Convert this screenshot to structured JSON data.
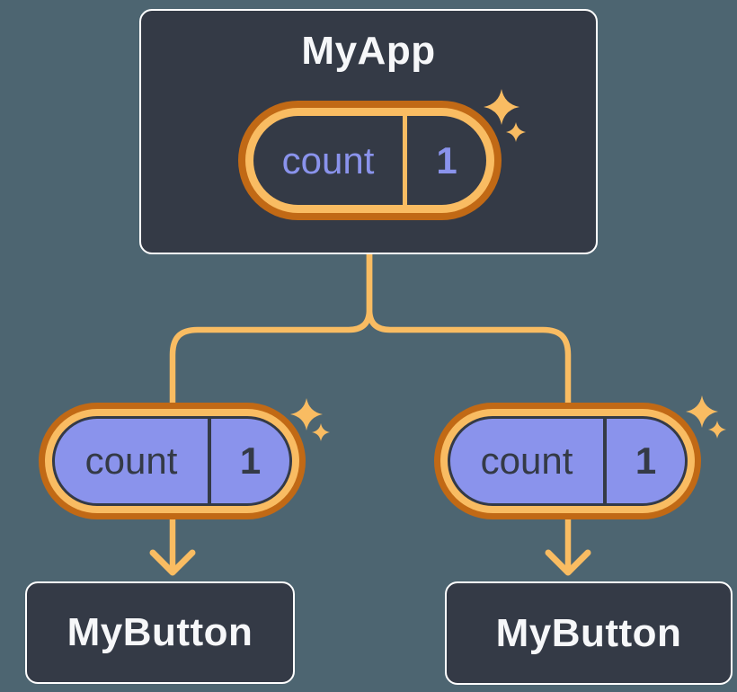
{
  "diagram": {
    "root": {
      "title": "MyApp",
      "pill": {
        "label": "count",
        "value": "1"
      }
    },
    "children": [
      {
        "title": "MyButton",
        "pill": {
          "label": "count",
          "value": "1"
        }
      },
      {
        "title": "MyButton",
        "pill": {
          "label": "count",
          "value": "1"
        }
      }
    ],
    "icons": [
      "sparkle-icon"
    ],
    "colors": {
      "bg": "#4D6571",
      "node": "#343A46",
      "nodeBorder": "#FFFFFF",
      "accentLight": "#F9BC62",
      "accentDark": "#C16915",
      "purple": "#8A93EC",
      "textLight": "#F6F7F9",
      "textDark": "#343A46"
    }
  }
}
